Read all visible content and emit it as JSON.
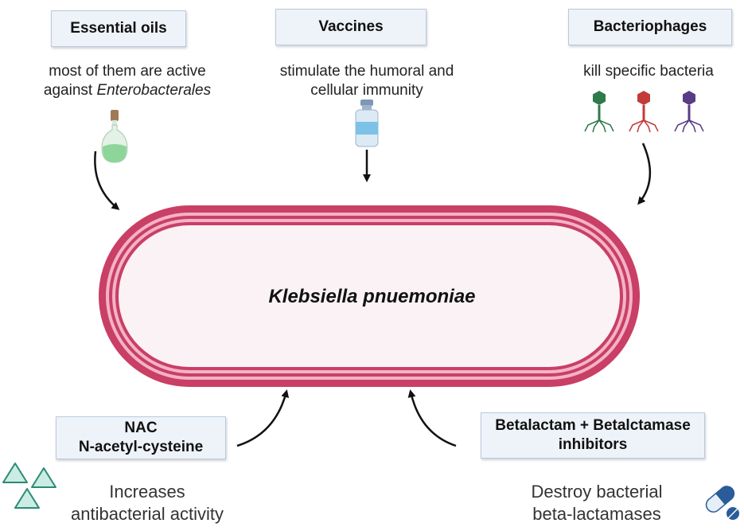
{
  "center": {
    "label": "Klebsiella pnuemoniae"
  },
  "essential_oils": {
    "title": "Essential oils",
    "desc_line1": "most of them are active",
    "desc_line2_prefix": "against ",
    "desc_line2_italic": "Enterobacterales",
    "icon": "oil-bottle-icon"
  },
  "vaccines": {
    "title": "Vaccines",
    "desc_line1": "stimulate the humoral and",
    "desc_line2": "cellular immunity",
    "icon": "vaccine-vial-icon"
  },
  "bacteriophages": {
    "title": "Bacteriophages",
    "desc": "kill specific bacteria",
    "icon": "bacteriophage-icon"
  },
  "nac": {
    "title_line1": "NAC",
    "title_line2": "N-acetyl-cysteine",
    "desc_line1": "Increases",
    "desc_line2": "antibacterial activity",
    "icon": "triangle-molecule-icon"
  },
  "betalactam": {
    "title_line1": "Betalactam + Betalctamase",
    "title_line2": "inhibitors",
    "desc_line1": "Destroy bacterial",
    "desc_line2": "beta-lactamases",
    "icon": "pill-capsule-icon"
  },
  "colors": {
    "membrane_outer": "#c93f66",
    "membrane_light": "#f3b3c6",
    "cell_fill": "#fbf2f5",
    "box_fill": "#eef3fa",
    "phage_green": "#2f7a4a",
    "phage_red": "#c23a3a",
    "phage_purple": "#5a3c86",
    "triangle_green": "#2c8a76"
  }
}
